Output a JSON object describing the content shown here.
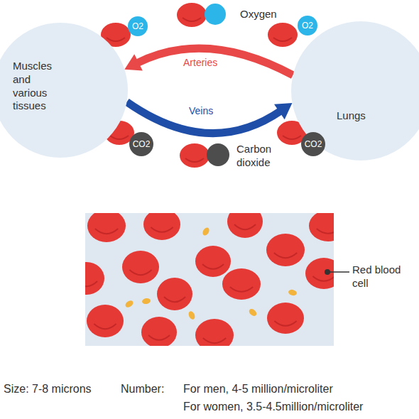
{
  "diagram": {
    "nodes": [
      {
        "text": [
          "Muscles and various tissues"
        ]
      },
      {
        "text": [
          "Lungs"
        ]
      },
      {
        "text": [
          "O2"
        ]
      },
      {
        "text": [
          "O2"
        ]
      },
      {
        "text": [
          "CO2"
        ]
      },
      {
        "text": [
          "CO2"
        ]
      }
    ],
    "edges": [
      {
        "from": 1,
        "to": 0,
        "arrow": "to",
        "label": "Arteries"
      },
      {
        "from": 0,
        "to": 1,
        "arrow": "to",
        "label": "Veins"
      }
    ],
    "labels": [
      "Red blood cell",
      "Size: 7-8 microns",
      "Number:",
      "For men, 4-5 million/microliter",
      "For women, 3.5-4.5million/microliter"
    ],
    "legend": [
      {
        "text": "Oxygen",
        "color": "#2cb5e8"
      },
      {
        "text": "Carbon dioxide",
        "color": "#4d4d4d"
      }
    ]
  }
}
